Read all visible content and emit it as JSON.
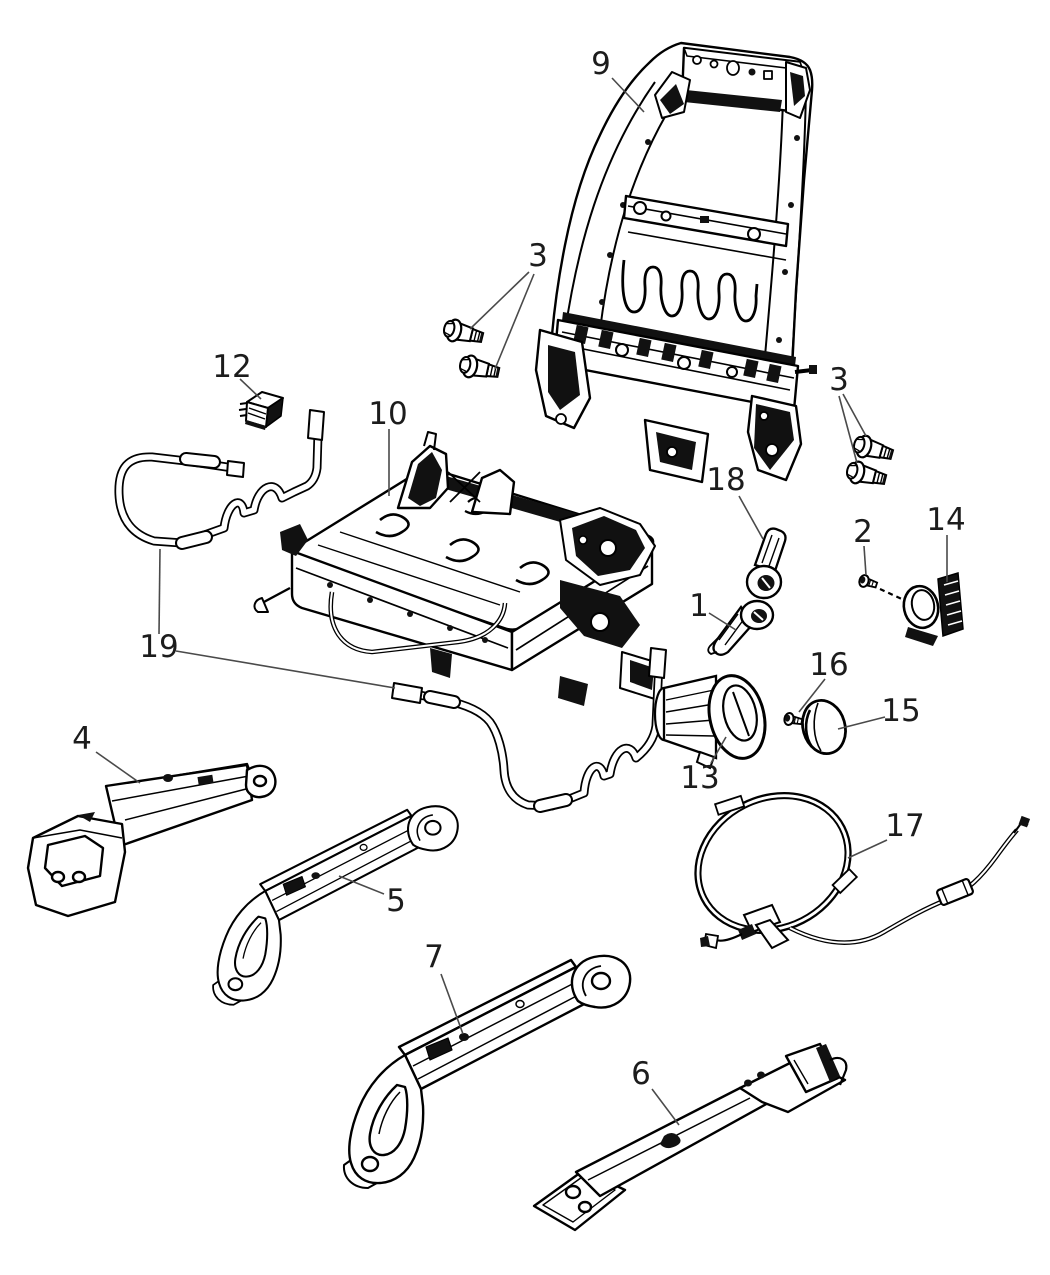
{
  "page": {
    "kind": "exploded-parts-diagram",
    "background_color": "#ffffff",
    "colors": {
      "line": "#000000",
      "dark_fill": "#111111",
      "label": "#1c1c1c",
      "leader": "#4a4a4a"
    }
  },
  "callouts": {
    "c9": {
      "label": "9"
    },
    "c3a": {
      "label": "3"
    },
    "c12": {
      "label": "12"
    },
    "c10": {
      "label": "10"
    },
    "c3b": {
      "label": "3"
    },
    "c18": {
      "label": "18"
    },
    "c2": {
      "label": "2"
    },
    "c14": {
      "label": "14"
    },
    "c1": {
      "label": "1"
    },
    "c16": {
      "label": "16"
    },
    "c15": {
      "label": "15"
    },
    "c13": {
      "label": "13"
    },
    "c19": {
      "label": "19"
    },
    "c17": {
      "label": "17"
    },
    "c4": {
      "label": "4"
    },
    "c5": {
      "label": "5"
    },
    "c7": {
      "label": "7"
    },
    "c6": {
      "label": "6"
    }
  }
}
